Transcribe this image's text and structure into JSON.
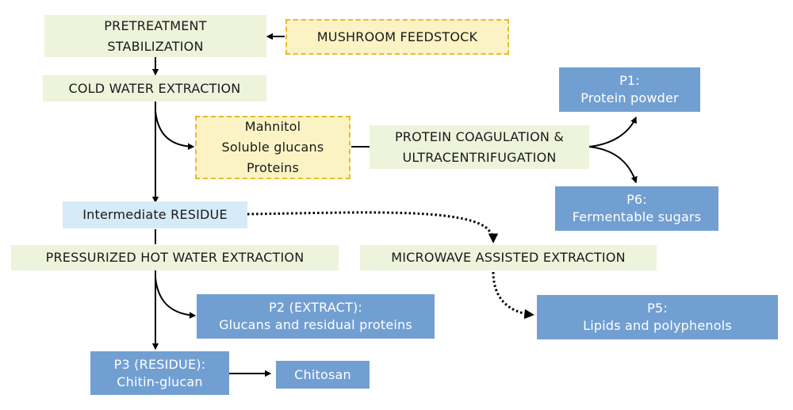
{
  "diagram": {
    "nodes": {
      "pretreatment": {
        "lines": [
          "PRETREATMENT",
          "STABILIZATION"
        ]
      },
      "feedstock": {
        "lines": [
          "MUSHROOM FEEDSTOCK"
        ]
      },
      "cold_water": {
        "lines": [
          "COLD WATER EXTRACTION"
        ]
      },
      "soluble": {
        "lines": [
          "Mahnitol",
          "Soluble glucans",
          "Proteins"
        ]
      },
      "coagulation": {
        "lines": [
          "PROTEIN COAGULATION &",
          "ULTRACENTRIFUGATION"
        ]
      },
      "p1": {
        "lines": [
          "P1:",
          "Protein powder"
        ]
      },
      "p6": {
        "lines": [
          "P6:",
          "Fermentable sugars"
        ]
      },
      "residue": {
        "lines": [
          "Intermediate RESIDUE"
        ]
      },
      "hot_water": {
        "lines": [
          "PRESSURIZED HOT WATER EXTRACTION"
        ]
      },
      "microwave": {
        "lines": [
          "MICROWAVE ASSISTED EXTRACTION"
        ]
      },
      "p2": {
        "lines": [
          "P2 (EXTRACT):",
          "Glucans and residual proteins"
        ]
      },
      "p5": {
        "lines": [
          "P5:",
          "Lipids and polyphenols"
        ]
      },
      "p3": {
        "lines": [
          "P3 (RESIDUE):",
          "Chitin-glucan"
        ]
      },
      "chitosan": {
        "lines": [
          "Chitosan"
        ]
      }
    },
    "colors": {
      "process": "#eef3dc",
      "input": "#fbf3c4",
      "input_border": "#ecb92a",
      "residue": "#d5ebf8",
      "product": "#729fd2",
      "arrow": "#000000"
    },
    "edges": [
      {
        "from": "feedstock",
        "to": "pretreatment",
        "style": "solid"
      },
      {
        "from": "pretreatment",
        "to": "cold_water",
        "style": "solid"
      },
      {
        "from": "cold_water",
        "to": "residue",
        "style": "solid"
      },
      {
        "from": "cold_water",
        "to": "soluble",
        "style": "solid"
      },
      {
        "from": "soluble",
        "to": "coagulation",
        "style": "line"
      },
      {
        "from": "coagulation",
        "to": "p1",
        "style": "solid"
      },
      {
        "from": "coagulation",
        "to": "p6",
        "style": "solid"
      },
      {
        "from": "residue",
        "to": "hot_water",
        "style": "line"
      },
      {
        "from": "hot_water",
        "to": "p3",
        "style": "solid"
      },
      {
        "from": "hot_water",
        "to": "p2",
        "style": "solid"
      },
      {
        "from": "p3",
        "to": "chitosan",
        "style": "solid"
      },
      {
        "from": "residue",
        "to": "microwave",
        "style": "dotted"
      },
      {
        "from": "microwave",
        "to": "p5",
        "style": "dotted"
      }
    ]
  }
}
